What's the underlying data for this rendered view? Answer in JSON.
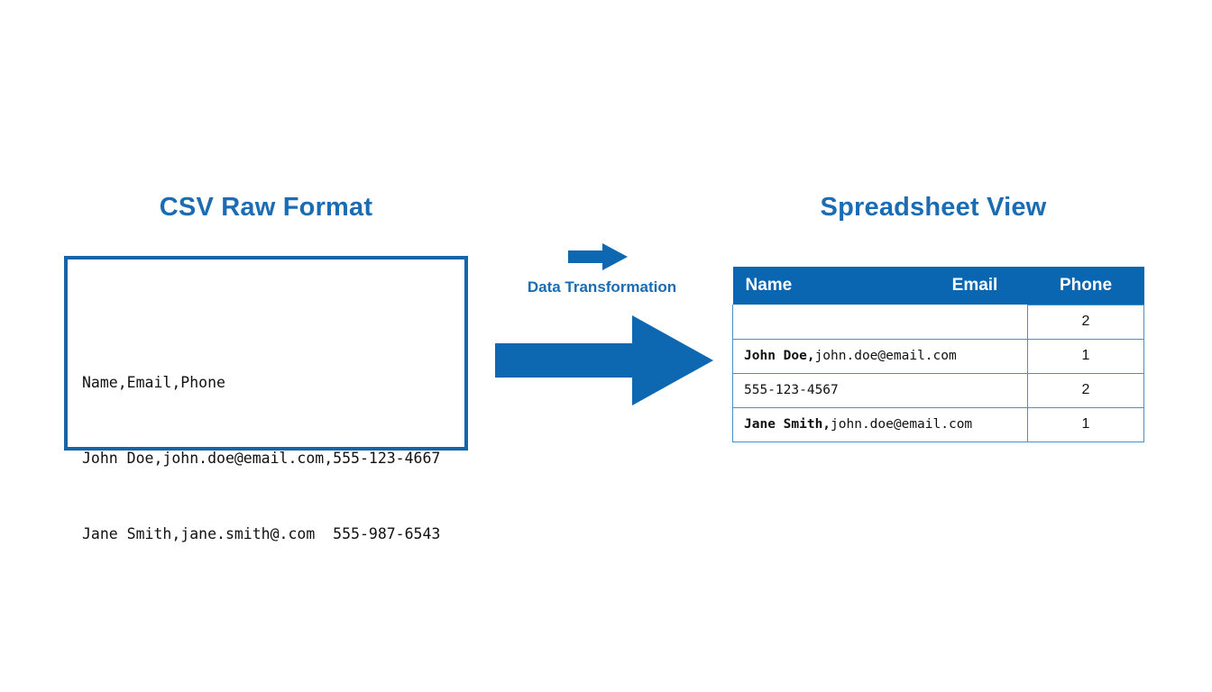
{
  "colors": {
    "title_blue": "#1B6CB3",
    "header_blue": "#0A66B0",
    "box_border_blue": "#1565A8",
    "grid_blue": "#4A90C8",
    "arrow_blue": "#0E68B1",
    "background": "#FFFFFF",
    "text_black": "#111111"
  },
  "left_panel": {
    "title": "CSV Raw Format",
    "csv_lines": [
      "Name,Email,Phone",
      "John Doe,john.doe@email.com,555-123-4667",
      "Jane Smith,jane.smith@.com  555-987-6543"
    ]
  },
  "middle": {
    "label": "Data Transformation",
    "small_arrow_icon": "arrow-right-icon",
    "large_arrow_icon": "arrow-right-icon"
  },
  "right_panel": {
    "title": "Spreadsheet View",
    "table": {
      "columns": [
        "Name",
        "Email",
        "Phone"
      ],
      "rows": [
        {
          "bold_part": "",
          "rest_part": "",
          "phone": "2"
        },
        {
          "bold_part": "John Doe,",
          "rest_part": "john.doe@email.com",
          "phone": "1"
        },
        {
          "bold_part": "",
          "rest_part": "555-123-4567",
          "phone": "2"
        },
        {
          "bold_part": "Jane Smith,",
          "rest_part": "john.doe@email.com",
          "phone": "1"
        }
      ]
    }
  }
}
